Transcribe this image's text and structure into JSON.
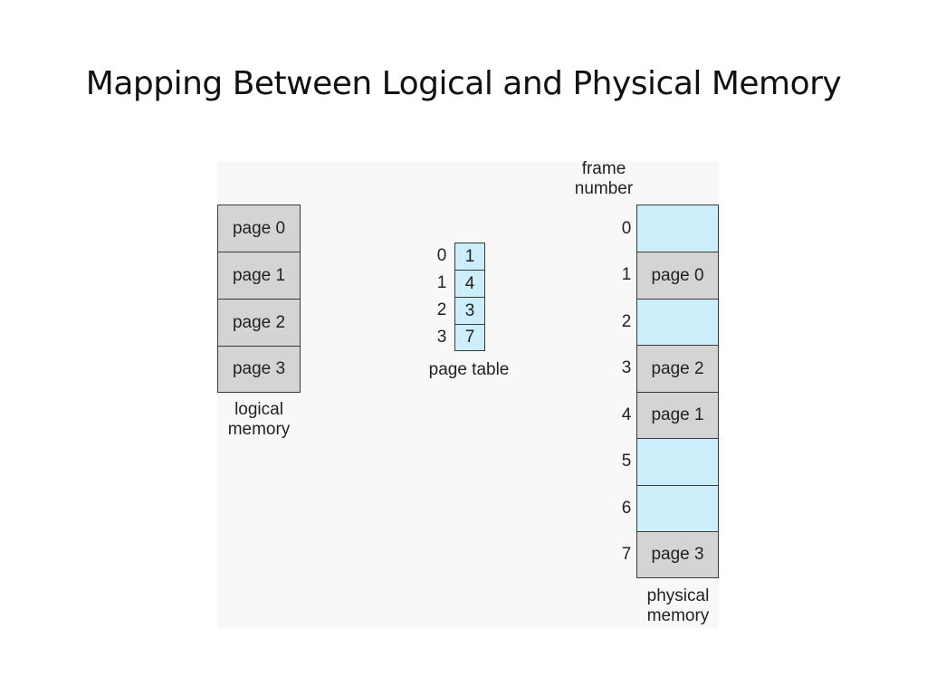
{
  "title": "Mapping Between Logical and Physical Memory",
  "colors": {
    "page_fill": "#d4d4d4",
    "frame_fill": "#cbeefa",
    "border": "#3a3a3a"
  },
  "logical_memory": {
    "pages": [
      "page 0",
      "page 1",
      "page 2",
      "page 3"
    ],
    "label": "logical\nmemory"
  },
  "page_table": {
    "indices": [
      "0",
      "1",
      "2",
      "3"
    ],
    "frames": [
      "1",
      "4",
      "3",
      "7"
    ],
    "label": "page table"
  },
  "physical_memory": {
    "header": "frame\nnumber",
    "frame_numbers": [
      "0",
      "1",
      "2",
      "3",
      "4",
      "5",
      "6",
      "7"
    ],
    "frames": [
      "",
      "page 0",
      "",
      "page 2",
      "page 1",
      "",
      "",
      "page 3"
    ],
    "label": "physical\nmemory"
  }
}
